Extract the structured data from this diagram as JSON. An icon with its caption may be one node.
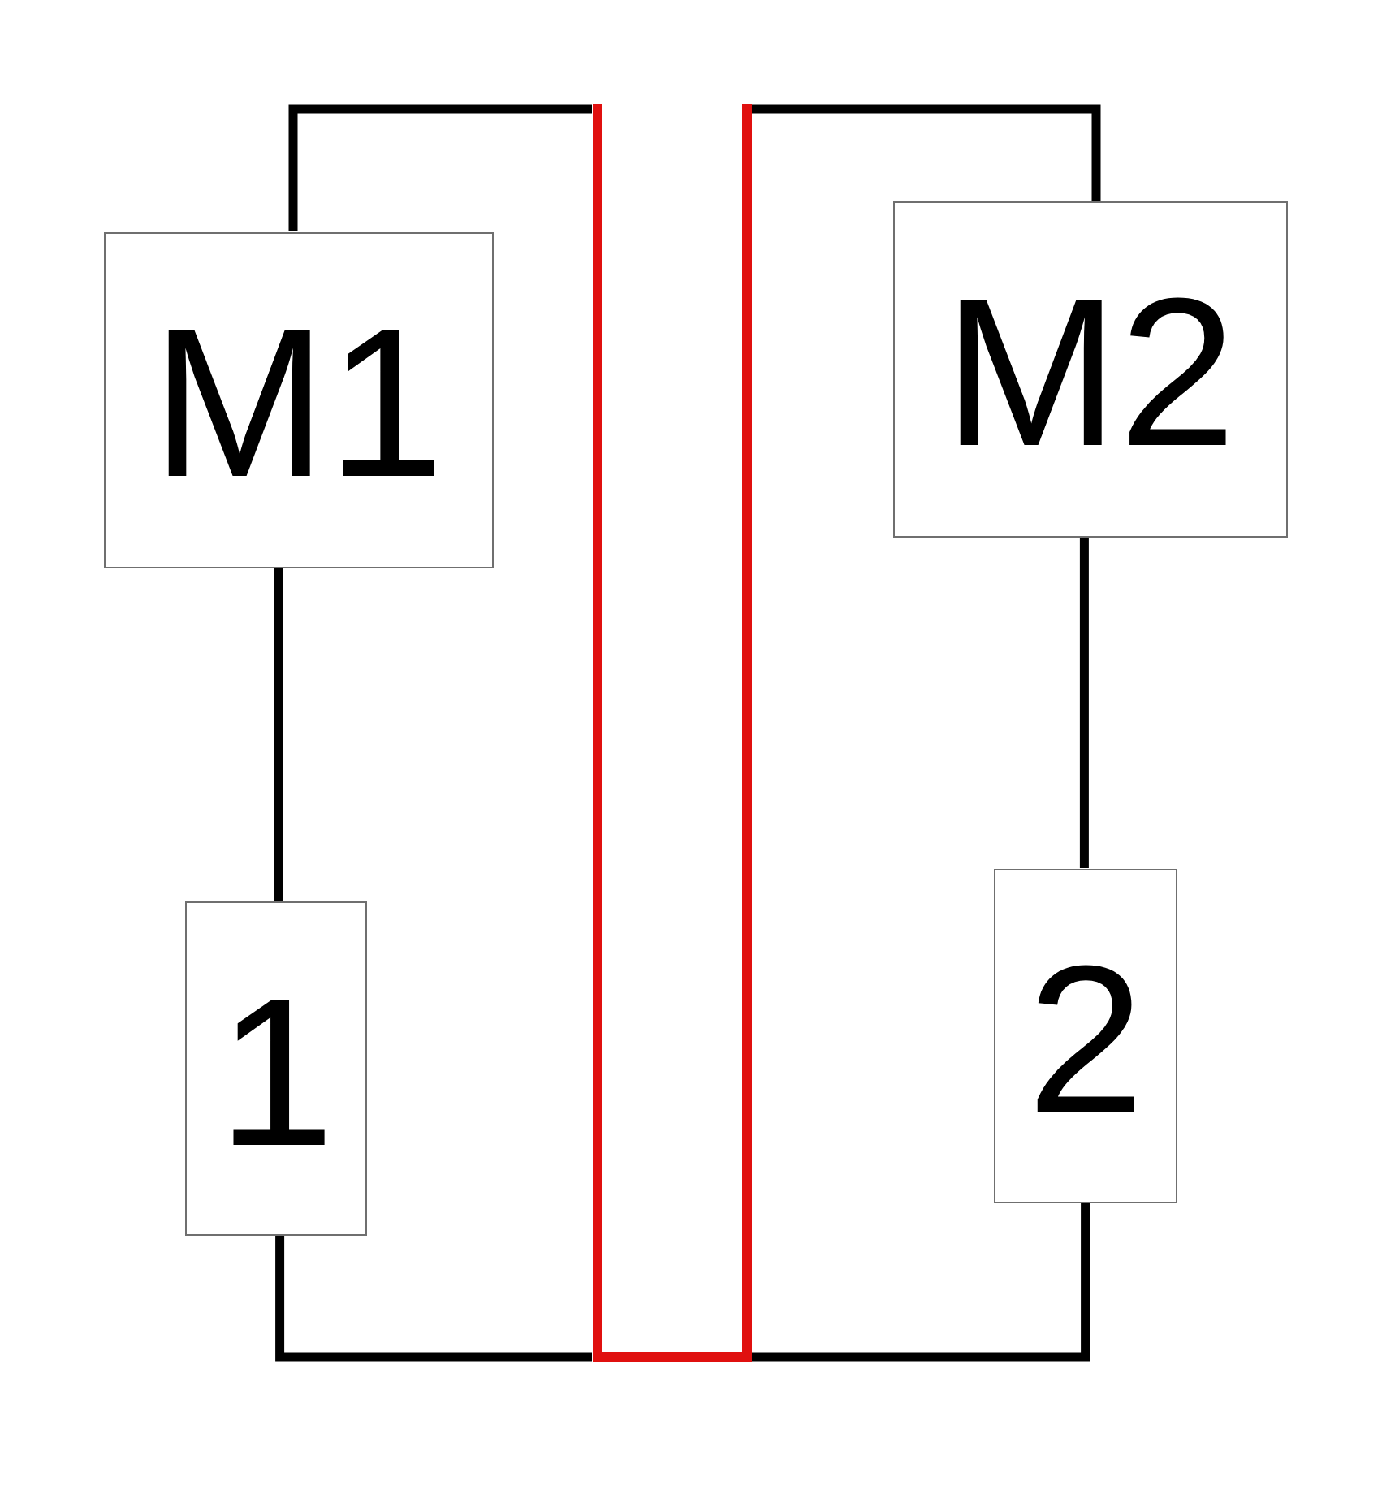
{
  "diagram": {
    "nodes": [
      {
        "text": [
          "M1"
        ]
      },
      {
        "text": [
          "M2"
        ]
      },
      {
        "text": [
          "1"
        ]
      },
      {
        "text": [
          "2"
        ]
      },
      {
        "text": [],
        "shape": "bar"
      }
    ],
    "edges": [
      {
        "from": 0,
        "to": 2,
        "arrow": "none"
      },
      {
        "from": 1,
        "to": 3,
        "arrow": "none"
      },
      {
        "from": 0,
        "to": 4,
        "arrow": "none"
      },
      {
        "from": 2,
        "to": 4,
        "arrow": "none"
      },
      {
        "from": 1,
        "to": 4,
        "arrow": "none"
      },
      {
        "from": 3,
        "to": 4,
        "arrow": "none"
      }
    ]
  }
}
